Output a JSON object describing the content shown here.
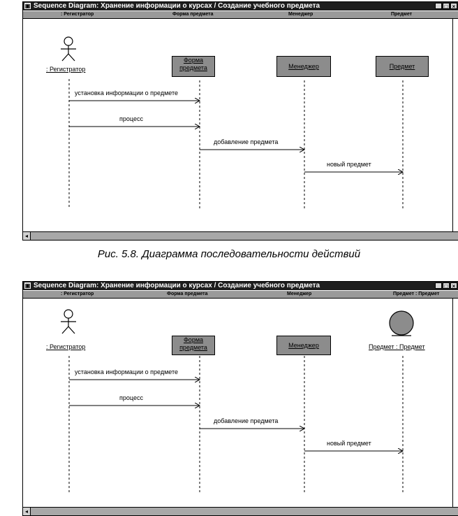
{
  "window1": {
    "title": "Sequence Diagram: Хранение информации о курсах / Создание учебного предмета",
    "headers": [
      ": Регистратор",
      "Форма предмета",
      "Менеджер",
      "Предмет"
    ],
    "actor_label": ": Регистратор",
    "objects": {
      "form": "Форма предмета",
      "manager": "Менеджер",
      "subject": "Предмет"
    },
    "messages": [
      "установка информации о предмете",
      "процесс",
      "добавление предмета",
      "новый предмет"
    ]
  },
  "caption": "Рис. 5.8. Диаграмма последовательности действий",
  "window2": {
    "title": "Sequence Diagram: Хранение информации о курсах / Создание учебного предмета",
    "headers": [
      ": Регистратор",
      "Форма предмета",
      "Менеджер",
      "Предмет : Предмет"
    ],
    "actor_label": ": Регистратор",
    "objects": {
      "form": "Форма предмета",
      "manager": "Менеджер",
      "subject": "Предмет : Предмет"
    },
    "messages": [
      "установка информации о предмете",
      "процесс",
      "добавление предмета",
      "новый предмет"
    ]
  },
  "icons": {
    "system_menu": "system-menu-icon",
    "minimize": "minimize-icon",
    "maximize": "maximize-icon",
    "close": "close-icon",
    "actor": "actor-stick-figure-icon",
    "entity": "entity-circle-icon",
    "scroll_left": "scroll-left-arrow-icon"
  }
}
